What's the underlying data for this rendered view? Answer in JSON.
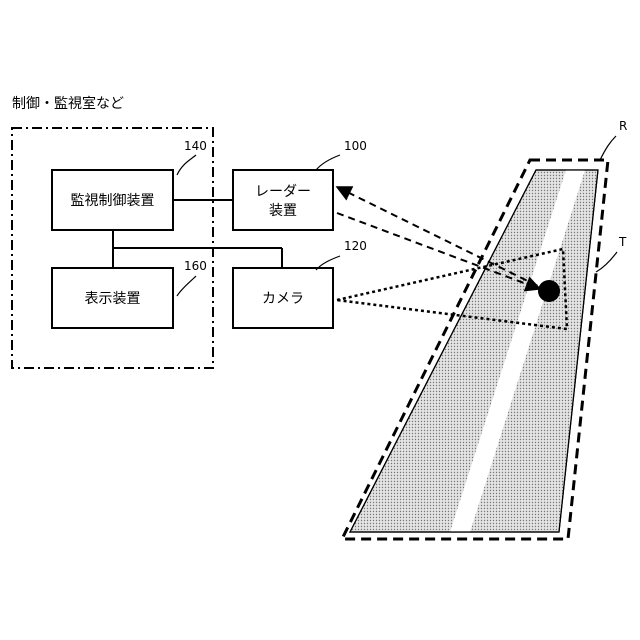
{
  "region_label": "制御・監視室など",
  "blocks": {
    "monitor_control": {
      "label": "監視制御装置",
      "ref": "140"
    },
    "display": {
      "label": "表示装置",
      "ref": "160"
    },
    "radar": {
      "label_line1": "レーダー",
      "label_line2": "装置",
      "ref": "100"
    },
    "camera": {
      "label": "カメラ",
      "ref": "120"
    }
  },
  "runway": {
    "label": "R"
  },
  "target": {
    "label": "T"
  }
}
